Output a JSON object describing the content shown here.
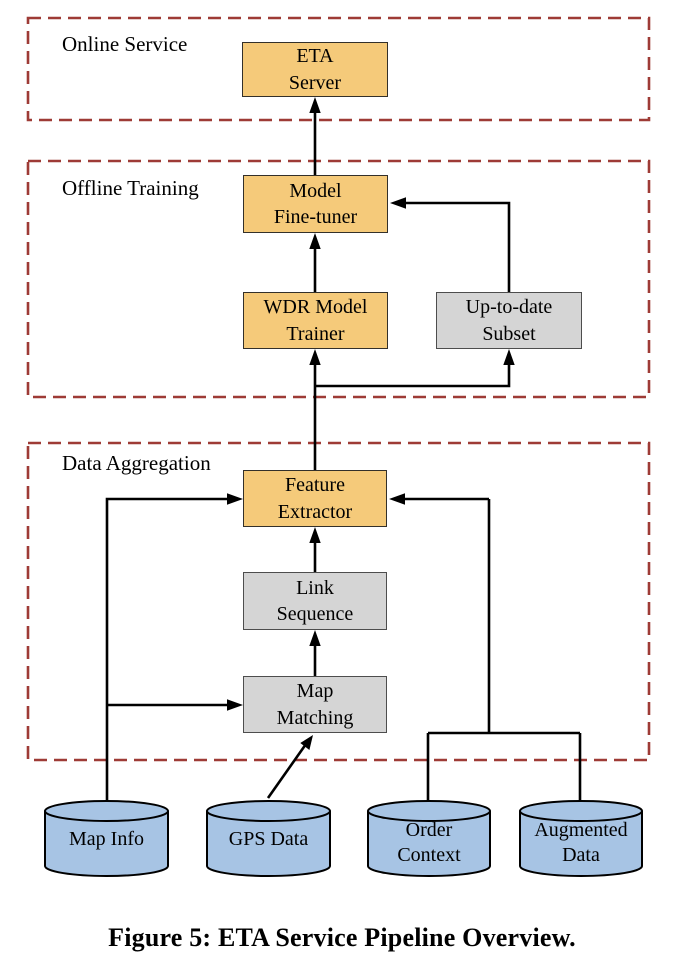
{
  "figure": {
    "caption": "Figure 5: ETA Service Pipeline Overview."
  },
  "regions": [
    {
      "id": "online-service",
      "label": "Online Service"
    },
    {
      "id": "offline-training",
      "label": "Offline Training"
    },
    {
      "id": "data-aggregation",
      "label": "Data Aggregation"
    }
  ],
  "nodes": {
    "eta_server": {
      "label": "ETA\nServer"
    },
    "model_fine_tuner": {
      "label": "Model\nFine-tuner"
    },
    "wdr_model_trainer": {
      "label": "WDR Model\nTrainer"
    },
    "up_to_date_subset": {
      "label": "Up-to-date\nSubset"
    },
    "feature_extractor": {
      "label": "Feature\nExtractor"
    },
    "link_sequence": {
      "label": "Link\nSequence"
    },
    "map_matching": {
      "label": "Map\nMatching"
    }
  },
  "datastores": {
    "map_info": {
      "label": "Map Info"
    },
    "gps_data": {
      "label": "GPS Data"
    },
    "order_context": {
      "label": "Order\nContext"
    },
    "augmented_data": {
      "label": "Augmented\nData"
    }
  },
  "connections": [
    {
      "from": "Model Fine-tuner",
      "to": "ETA Server"
    },
    {
      "from": "WDR Model Trainer",
      "to": "Model Fine-tuner"
    },
    {
      "from": "Up-to-date Subset",
      "to": "Model Fine-tuner"
    },
    {
      "from": "Feature Extractor",
      "to": "WDR Model Trainer"
    },
    {
      "from": "Feature Extractor",
      "to": "Up-to-date Subset"
    },
    {
      "from": "Link Sequence",
      "to": "Feature Extractor"
    },
    {
      "from": "Map Matching",
      "to": "Link Sequence"
    },
    {
      "from": "Map Info",
      "to": "Feature Extractor"
    },
    {
      "from": "Map Info",
      "to": "Map Matching"
    },
    {
      "from": "GPS Data",
      "to": "Map Matching"
    },
    {
      "from": "Order Context",
      "to": "Feature Extractor"
    },
    {
      "from": "Augmented Data",
      "to": "Feature Extractor"
    }
  ],
  "colors": {
    "highlight_fill": "#f5ca7a",
    "plain_fill": "#d5d5d5",
    "datastore_fill": "#a7c4e4",
    "region_border": "#9e3b36",
    "line": "#000000"
  }
}
